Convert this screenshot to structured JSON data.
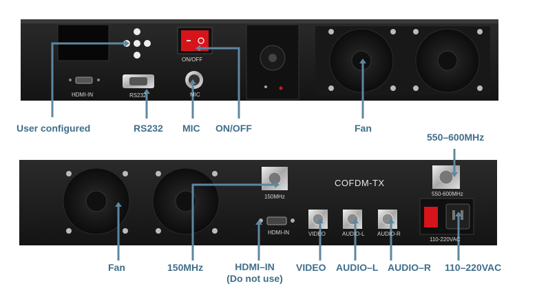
{
  "top_panel": {
    "port_labels": {
      "hdmi_in": "HDMI-IN",
      "rs232": "RS232",
      "on_off": "ON/OFF",
      "mic": "MIC"
    },
    "callouts": {
      "user_configured": "User configured",
      "rs232": "RS232",
      "mic": "MIC",
      "on_off": "ON/OFF",
      "fan": "Fan"
    }
  },
  "bottom_panel": {
    "brand": "COFDM-TX",
    "port_labels": {
      "mhz150": "150MHz",
      "mhz550": "550-600MHz",
      "hdmi_in": "HDMI-IN",
      "video": "VIDEO",
      "audio_l": "AUDIO-L",
      "audio_r": "AUDIO-R",
      "power": "110-220VAC"
    },
    "callouts": {
      "mhz550": "550–600MHz",
      "fan": "Fan",
      "mhz150": "150MHz",
      "hdmi_in_line1": "HDMI–IN",
      "hdmi_in_line2": "(Do not use)",
      "video": "VIDEO",
      "audio_l": "AUDIO–L",
      "audio_r": "AUDIO–R",
      "power": "110–220VAC"
    }
  },
  "colors": {
    "callout": "#3f6e89",
    "chassis": "#1d1d1d",
    "power_switch": "#d8141b"
  }
}
